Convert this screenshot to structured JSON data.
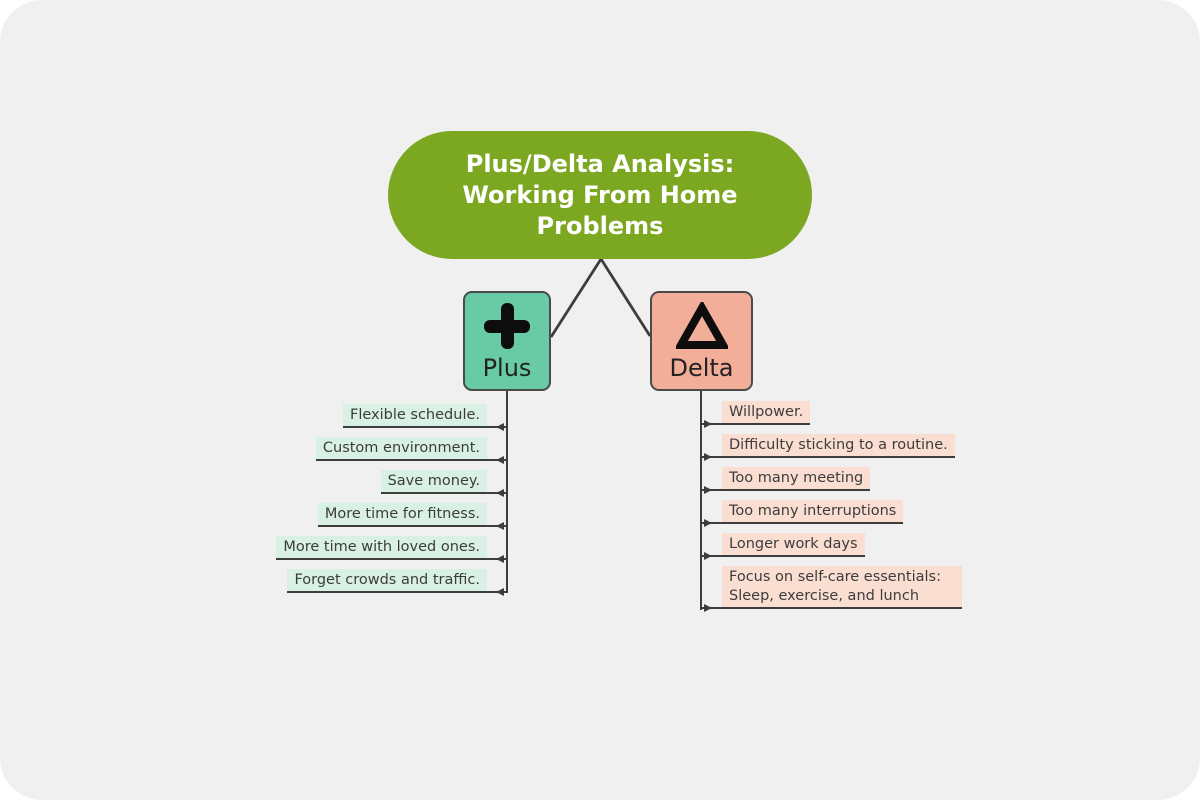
{
  "root": {
    "lines": [
      "Plus/Delta Analysis:",
      "Working From Home",
      "Problems"
    ],
    "fill": "#7CA821",
    "text_color": "#FFFFFF"
  },
  "plus": {
    "label": "Plus",
    "icon": "plus-icon",
    "node_fill": "#68CBA5",
    "item_fill": "#D9F1E4",
    "items": [
      "Flexible schedule.",
      "Custom environment.",
      "Save money.",
      "More time for fitness.",
      "More time with loved ones.",
      "Forget crowds and traffic."
    ]
  },
  "delta": {
    "label": "Delta",
    "icon": "delta-icon",
    "node_fill": "#F2AE99",
    "item_fill": "#FBDED2",
    "items": [
      "Willpower.",
      "Difficulty sticking to a routine.",
      "Too many meeting",
      "Too many interruptions",
      "Longer work days",
      "Focus on self-care essentials: Sleep, exercise, and lunch"
    ]
  },
  "colors": {
    "canvas_bg": "#F0F0F1",
    "page_bg": "#FFFFFF",
    "connector_line": "#3D3D3D",
    "node_border": "#4A4A4A",
    "item_text": "#3C3C3C",
    "symbol": "#0D0D0D"
  }
}
